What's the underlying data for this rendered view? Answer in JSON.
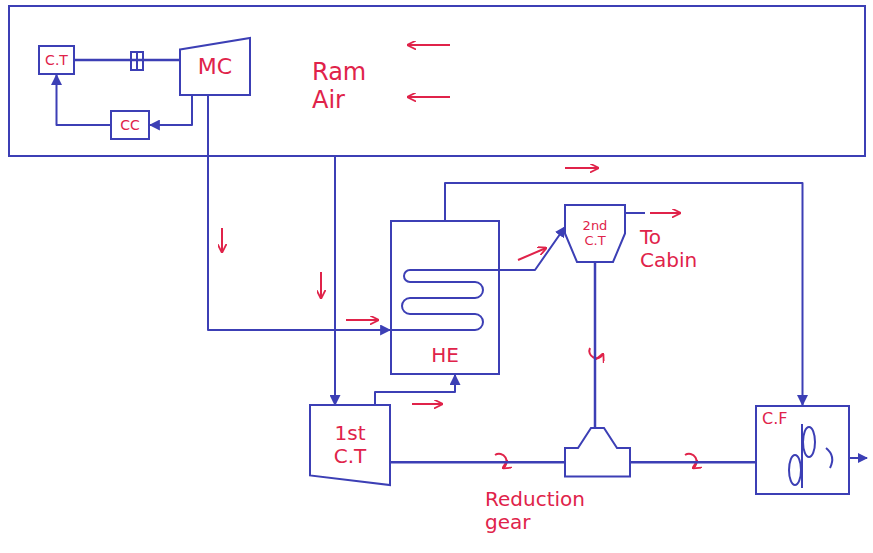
{
  "diagram": {
    "nodes": [
      {
        "text": [
          "Ram Air"
        ]
      },
      {
        "text": [
          "C.T"
        ],
        "in": 0
      },
      {
        "text": [
          "MC"
        ],
        "in": 0
      },
      {
        "text": [
          "CC"
        ],
        "in": 0
      },
      {
        "text": [
          "HE"
        ]
      },
      {
        "text": [
          "2nd C.T"
        ]
      },
      {
        "text": [
          "1st C.T"
        ]
      },
      {
        "text": [
          "Reduction gear"
        ]
      },
      {
        "text": [
          "C.F"
        ]
      }
    ],
    "edges": [
      {
        "from": 1,
        "to": 2,
        "arrow": "none"
      },
      {
        "from": 2,
        "to": 3,
        "arrow": "to"
      },
      {
        "from": 3,
        "to": 1,
        "arrow": "to"
      },
      {
        "from": 2,
        "to": 4,
        "arrow": "to"
      },
      {
        "from": 0,
        "to": 6,
        "arrow": "to"
      },
      {
        "from": 4,
        "to": 5,
        "arrow": "to"
      },
      {
        "from": 6,
        "to": 4,
        "arrow": "to"
      },
      {
        "from": 4,
        "to": 8,
        "arrow": "to"
      },
      {
        "from": 6,
        "to": 7,
        "arrow": "none"
      },
      {
        "from": 7,
        "to": 8,
        "arrow": "none"
      },
      {
        "from": 5,
        "to": 7,
        "arrow": "none"
      }
    ],
    "labels": [
      "To Cabin"
    ]
  }
}
